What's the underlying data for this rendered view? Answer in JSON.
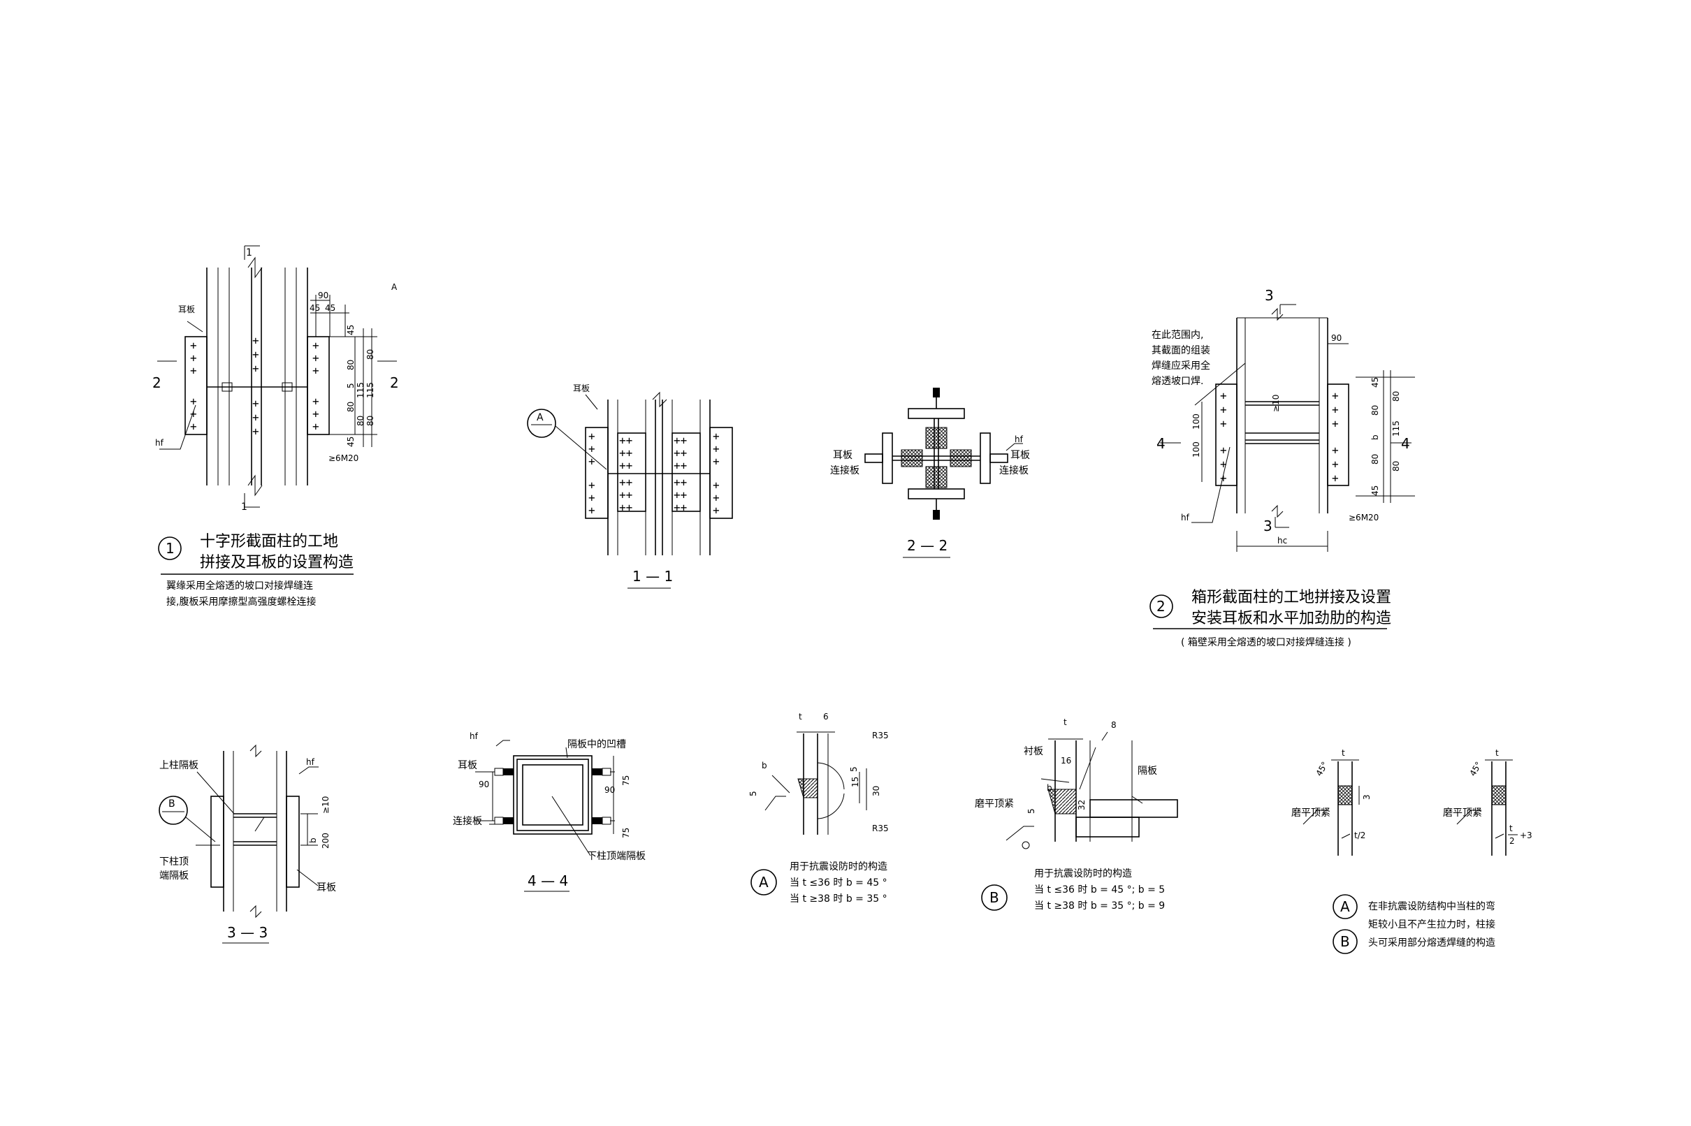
{
  "corner_mark": "A",
  "d1": {
    "section_mark_top": "1",
    "section_mark_bottom": "1",
    "section_mark_left": "2",
    "section_mark_right": "2",
    "ear_plate": "耳板",
    "weld": "hf",
    "dims": [
      "90",
      "45",
      "45",
      "45",
      "80",
      "115",
      "80",
      "5",
      "80",
      "80",
      "115",
      "80",
      "45"
    ],
    "bolts": "≥6M20",
    "num": "1",
    "title_line1": "十字形截面柱的工地",
    "title_line2": "拼接及耳板的设置构造",
    "note_line1": "翼缘采用全熔透的坡口对接焊缝连",
    "note_line2": "接,腹板采用摩擦型高强度螺栓连接"
  },
  "d11": {
    "detail_tag": "A",
    "ear_plate": "耳板",
    "title": "1 — 1"
  },
  "d22": {
    "ear_left": "耳板",
    "conn_left": "连接板",
    "ear_right": "耳板",
    "conn_right": "连接板",
    "weld": "hf",
    "title": "2 — 2"
  },
  "d2": {
    "section_mark_top": "3",
    "section_mark_bottom": "3",
    "section_mark_left": "4",
    "section_mark_right": "4",
    "note_lines": [
      "在此范围内,",
      "其截面的组装",
      "焊缝应采用全",
      "熔透坡口焊."
    ],
    "dims": [
      "90",
      "≥10",
      "100",
      "100",
      "45",
      "80",
      "80",
      "b",
      "115",
      "80",
      "80",
      "45"
    ],
    "weld": "hf",
    "width": "hc",
    "bolts": "≥6M20",
    "num": "2",
    "title_line1": "箱形截面柱的工地拼接及设置",
    "title_line2": "安装耳板和水平加劲肋的构造",
    "note": "( 箱壁采用全熔透的坡口对接焊缝连接 )"
  },
  "d33": {
    "upper_diaphragm": "上柱隔板",
    "detail_tag": "B",
    "lower_line1": "下柱顶",
    "lower_line2": "端隔板",
    "ear_plate": "耳板",
    "weld": "hf",
    "dims": [
      "≥10",
      "b",
      "200"
    ],
    "title": "3 — 3"
  },
  "d44": {
    "weld": "hf",
    "groove": "隔板中的凹槽",
    "ear_plate": "耳板",
    "conn_plate": "连接板",
    "dims": [
      "90",
      "90",
      "75",
      "75"
    ],
    "lower_diaphragm": "下柱顶端隔板",
    "title": "4 — 4"
  },
  "dA": {
    "dims": [
      "t",
      "6",
      "5",
      "b",
      "15",
      "30",
      "5"
    ],
    "r_top": "R35",
    "r_bottom": "R35",
    "tag": "A",
    "line1": "用于抗震设防时的构造",
    "line2": "当 t ≤36  时    b = 45 °",
    "line3": "当 t ≥38  时    b = 35 °"
  },
  "dB": {
    "dims": [
      "t",
      "8",
      "16",
      "b",
      "32",
      "5"
    ],
    "backing": "衬板",
    "grind": "磨平顶紧",
    "diaphragm": "隔板",
    "tag": "B",
    "line1": "用于抗震设防时的构造",
    "line2": "当 t ≤36  时 b = 45 °; b = 5",
    "line3": "当 t ≥38  时 b = 35 °; b = 9"
  },
  "dAB": {
    "left": {
      "t": "t",
      "angle": "45°",
      "grind": "磨平顶紧",
      "dim": "3",
      "frac": "t/2"
    },
    "right": {
      "t": "t",
      "angle": "45°",
      "grind": "磨平顶紧",
      "num": "t",
      "den": "2",
      "plus": "+3"
    },
    "tag_a": "A",
    "tag_b": "B",
    "line1": "在非抗震设防结构中当柱的弯",
    "line2": "矩较小且不产生拉力时，柱接",
    "line3": "头可采用部分熔透焊缝的构造"
  }
}
